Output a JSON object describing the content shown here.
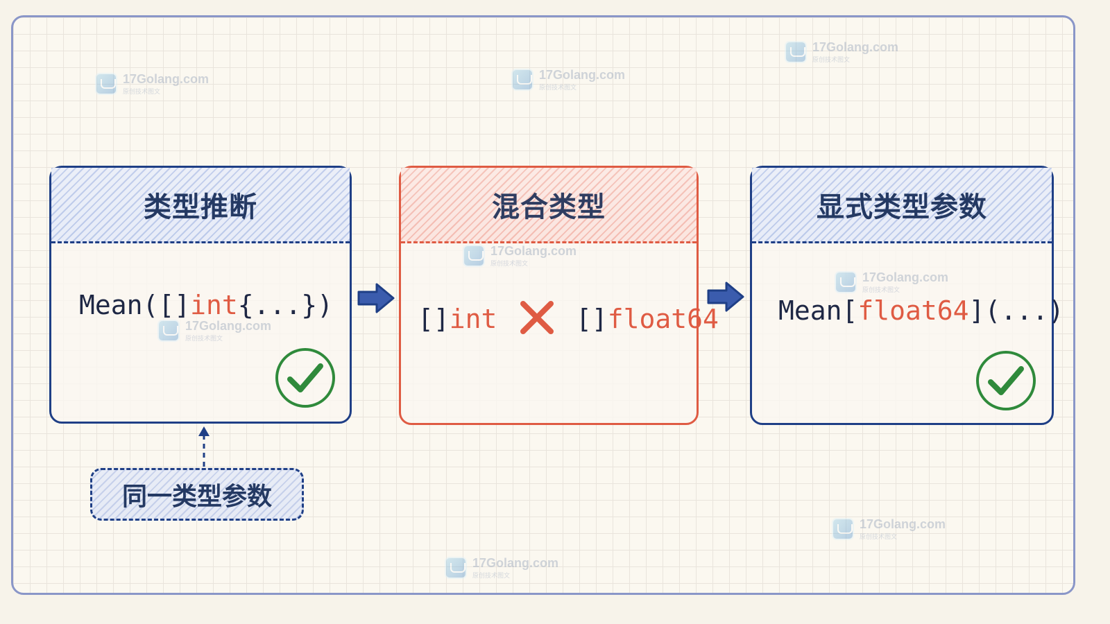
{
  "cards": [
    {
      "title": "类型推断",
      "code_prefix": "Mean([]",
      "code_type": "int",
      "code_suffix": "{...})"
    },
    {
      "title": "混合类型",
      "left_prefix": "[]",
      "left_type": "int",
      "right_prefix": "[]",
      "right_type": "float64"
    },
    {
      "title": "显式类型参数",
      "code_prefix": "Mean[",
      "code_type": "float64",
      "code_suffix": "](...)"
    }
  ],
  "subnote": {
    "label": "同一类型参数"
  },
  "watermarks": [
    {
      "text": "17Golang.com",
      "sub": "原创技术图文"
    },
    {
      "text": "17Golang.com",
      "sub": "原创技术图文"
    },
    {
      "text": "17Golang.com",
      "sub": "原创技术图文"
    },
    {
      "text": "17Golang.com",
      "sub": "原创技术图文"
    },
    {
      "text": "17Golang.com",
      "sub": "原创技术图文"
    },
    {
      "text": "17Golang.com",
      "sub": "原创技术图文"
    },
    {
      "text": "17Golang.com",
      "sub": "原创技术图文"
    },
    {
      "text": "17Golang.com",
      "sub": "原创技术图文"
    }
  ],
  "icons": {
    "arrow": "right-arrow-icon",
    "check": "check-circle-icon",
    "cross": "cross-icon"
  },
  "colors": {
    "navy": "#1f3f86",
    "red": "#df5b43",
    "green": "#2f8a3b",
    "paper": "#fbf8f0"
  }
}
